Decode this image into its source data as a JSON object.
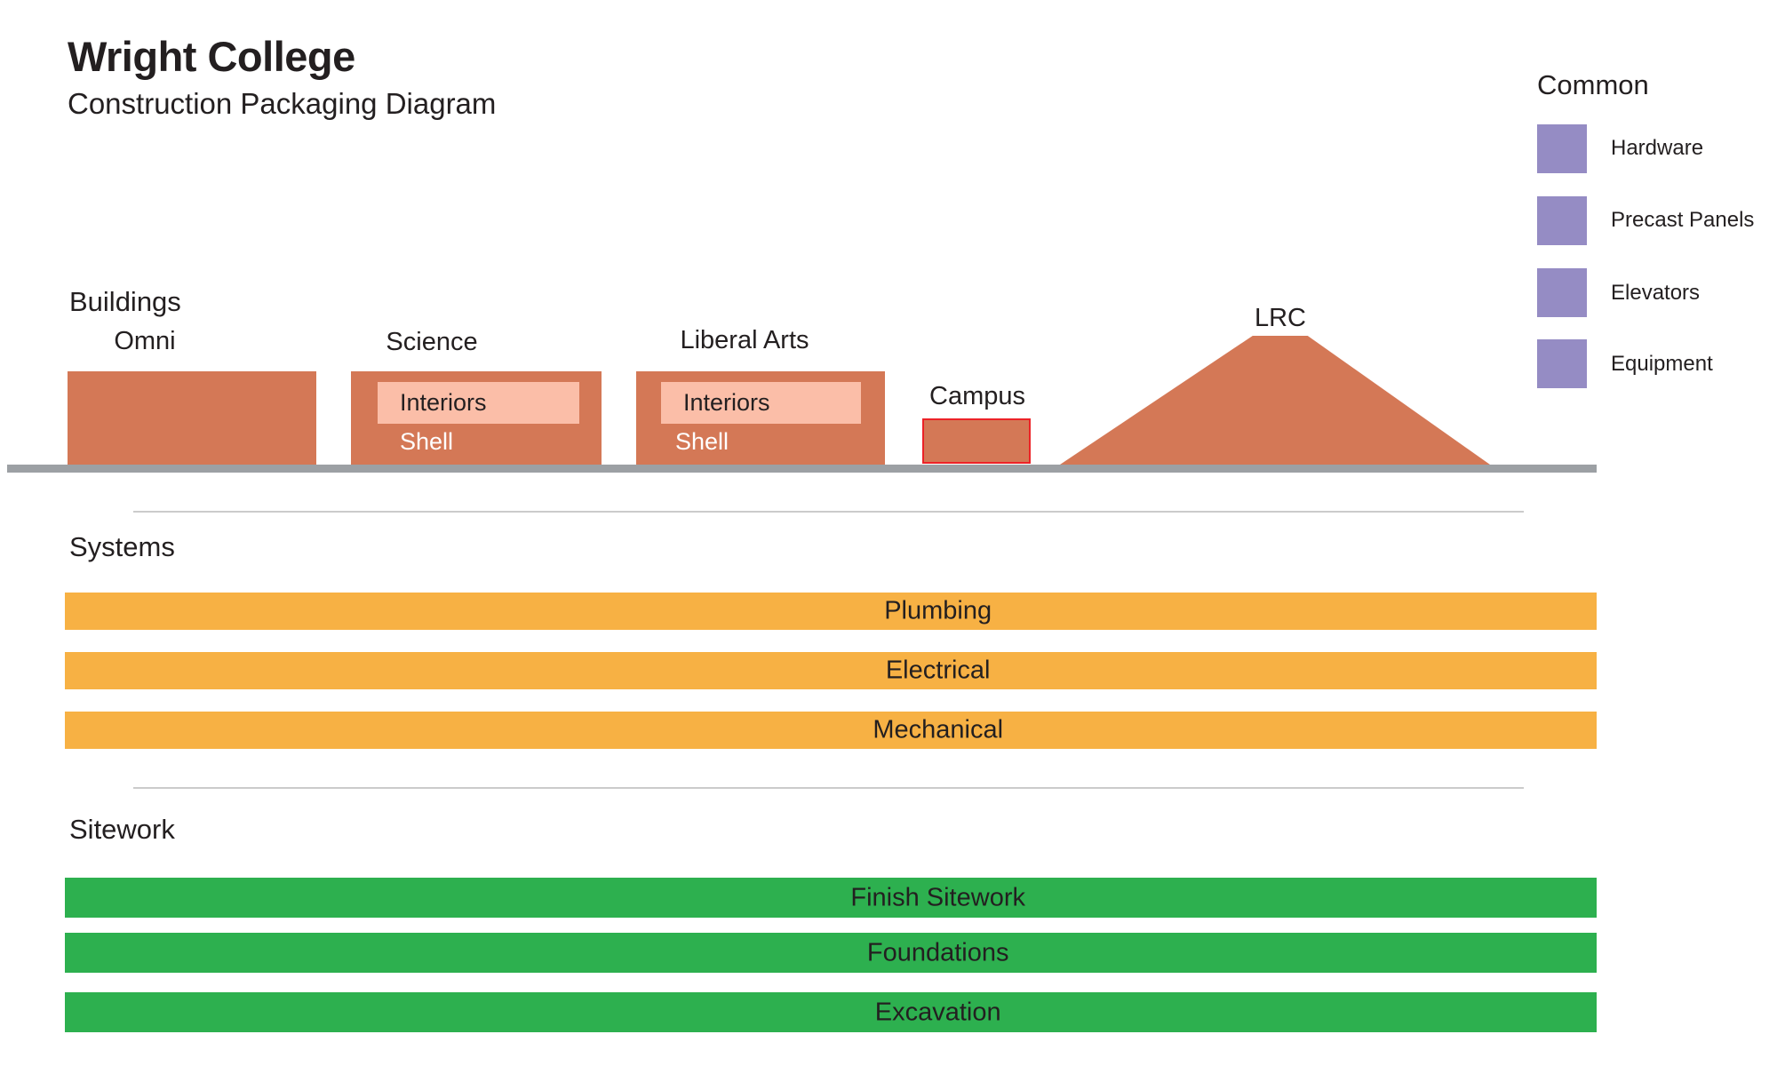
{
  "title": "Wright College",
  "subtitle": "Construction Packaging Diagram",
  "colors": {
    "text": "#231F20",
    "building": "#D47856",
    "interiors": "#FBBEA8",
    "shell_text": "#FFFFFF",
    "campus_border": "#EC2227",
    "systems_bar": "#F7B144",
    "sitework_bar": "#2DB04F",
    "legend_swatch": "#958CC4",
    "ground": "#9CA0A4",
    "divider": "#CBCBCB"
  },
  "legend": {
    "title": "Common",
    "items": [
      {
        "label": "Hardware"
      },
      {
        "label": "Precast Panels"
      },
      {
        "label": "Elevators"
      },
      {
        "label": "Equipment"
      }
    ]
  },
  "buildings": {
    "section_label": "Buildings",
    "items": [
      {
        "name": "Omni",
        "shape": "rectangle"
      },
      {
        "name": "Science",
        "shape": "rectangle",
        "interiors_label": "Interiors",
        "shell_label": "Shell"
      },
      {
        "name": "Liberal Arts",
        "shape": "rectangle",
        "interiors_label": "Interiors",
        "shell_label": "Shell"
      },
      {
        "name": "Campus",
        "shape": "small-rectangle-red-outline"
      },
      {
        "name": "LRC",
        "shape": "trapezoid"
      }
    ]
  },
  "systems": {
    "section_label": "Systems",
    "bars": [
      "Plumbing",
      "Electrical",
      "Mechanical"
    ]
  },
  "sitework": {
    "section_label": "Sitework",
    "bars": [
      "Finish Sitework",
      "Foundations",
      "Excavation"
    ]
  }
}
